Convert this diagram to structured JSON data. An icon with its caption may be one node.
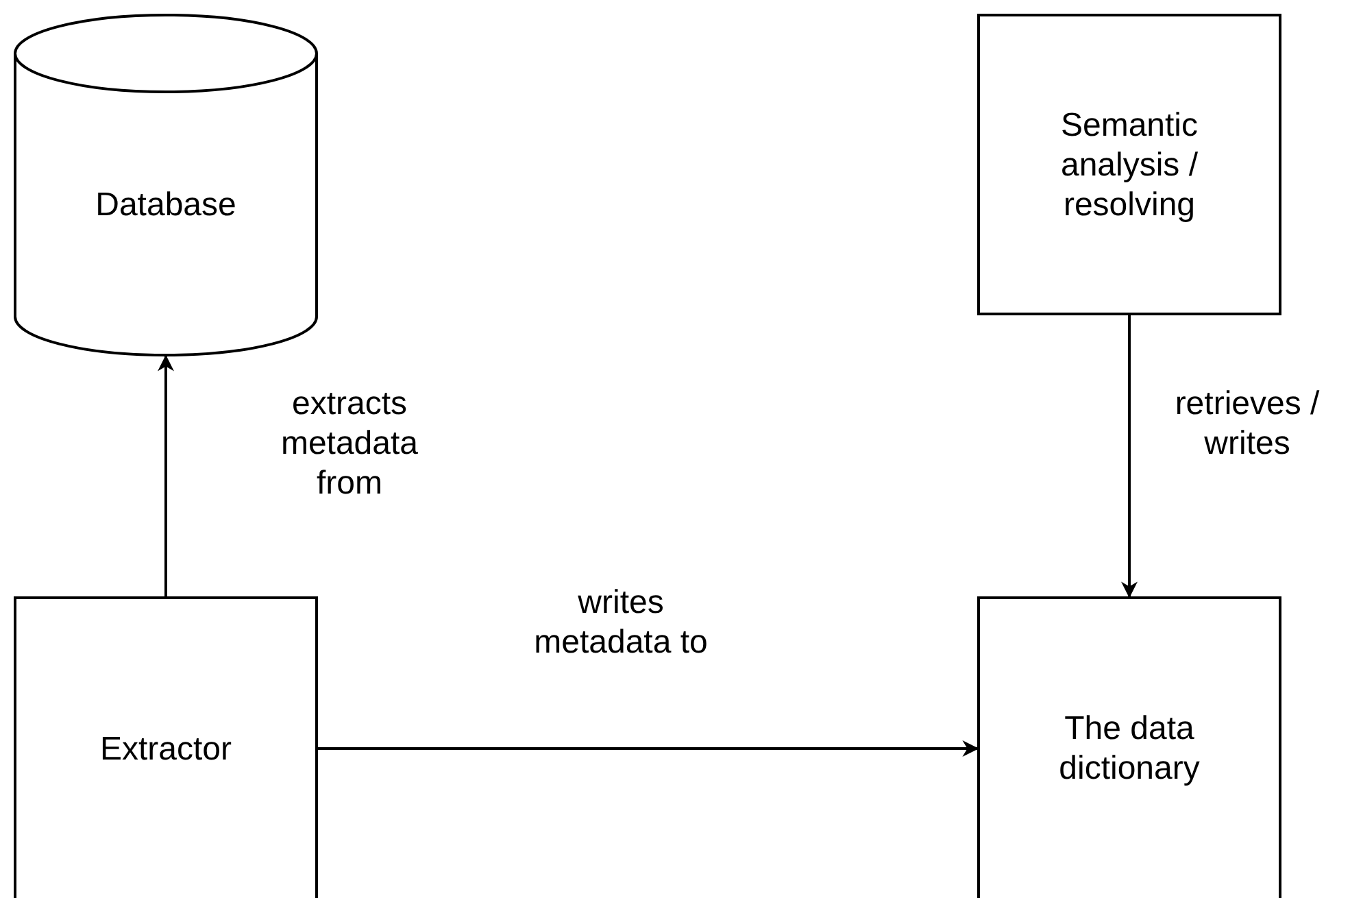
{
  "diagram": {
    "nodes": [
      {
        "text": [
          "Database"
        ]
      },
      {
        "text": [
          "Semantic analysis / resolving"
        ]
      },
      {
        "text": [
          "Extractor"
        ]
      },
      {
        "text": [
          "The data dictionary"
        ]
      }
    ],
    "edges": [
      {
        "from": 2,
        "to": 0,
        "arrow": "to",
        "label": "extracts metadata from"
      },
      {
        "from": 2,
        "to": 3,
        "arrow": "to",
        "label": "writes metadata to"
      },
      {
        "from": 1,
        "to": 3,
        "arrow": "to",
        "label": "retrieves / writes"
      }
    ]
  }
}
